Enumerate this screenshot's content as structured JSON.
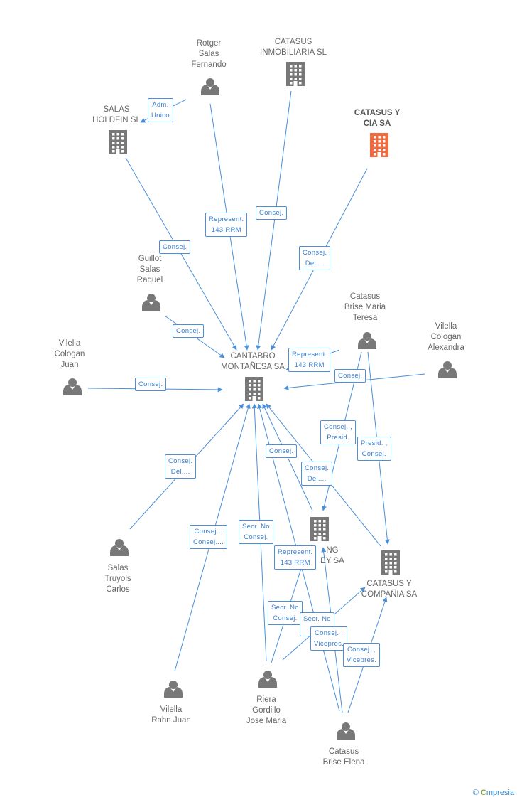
{
  "colors": {
    "edge": "#4a8fd8",
    "node": "#787878",
    "highlight": "#f26a3d"
  },
  "nodes": [
    {
      "id": "rotger",
      "type": "person",
      "label": "Rotger\nSalas\nFernando"
    },
    {
      "id": "catasus_inmob",
      "type": "company",
      "label": "CATASUS\nINMOBILIARIA SL"
    },
    {
      "id": "salas_holdfin",
      "type": "company",
      "label": "SALAS\nHOLDFIN SL"
    },
    {
      "id": "catasus_cia",
      "type": "company",
      "label": "CATASUS Y\nCIA SA",
      "highlight": true
    },
    {
      "id": "guillot",
      "type": "person",
      "label": "Guillot\nSalas\nRaquel"
    },
    {
      "id": "catasus_teresa",
      "type": "person",
      "label": "Catasus\nBrise Maria\nTeresa"
    },
    {
      "id": "vilella_alexandra",
      "type": "person",
      "label": "Vilella\nCologan\nAlexandra"
    },
    {
      "id": "vilella_juan",
      "type": "person",
      "label": "Vilella\nCologan\nJuan"
    },
    {
      "id": "cantabro",
      "type": "company",
      "label": "CANTABRO\nMONTAÑESA SA"
    },
    {
      "id": "holding",
      "type": "company",
      "label": "NG\nEY SA"
    },
    {
      "id": "catasus_compania",
      "type": "company",
      "label": "CATASUS Y\nCOMPAÑIA SA"
    },
    {
      "id": "salas_truyols",
      "type": "person",
      "label": "Salas\nTruyols\nCarlos"
    },
    {
      "id": "vilella_rahn",
      "type": "person",
      "label": "Vilella\nRahn Juan"
    },
    {
      "id": "riera",
      "type": "person",
      "label": "Riera\nGordillo\nJose Maria"
    },
    {
      "id": "catasus_elena",
      "type": "person",
      "label": "Catasus\nBrise Elena"
    }
  ],
  "edges": [
    {
      "from": "rotger",
      "to": "salas_holdfin",
      "label": "Adm.\nUnico"
    },
    {
      "from": "rotger",
      "to": "cantabro",
      "label": "Represent.\n143 RRM"
    },
    {
      "from": "catasus_inmob",
      "to": "cantabro",
      "label": "Consej."
    },
    {
      "from": "catasus_cia",
      "to": "cantabro",
      "label": "Consej.\nDel...."
    },
    {
      "from": "salas_holdfin",
      "to": "cantabro",
      "label": "Consej."
    },
    {
      "from": "guillot",
      "to": "cantabro",
      "label": "Consej."
    },
    {
      "from": "catasus_teresa",
      "to": "cantabro",
      "label": "Represent.\n143 RRM"
    },
    {
      "from": "vilella_alexandra",
      "to": "cantabro",
      "label": "Consej."
    },
    {
      "from": "vilella_juan",
      "to": "cantabro",
      "label": "Consej."
    },
    {
      "from": "catasus_teresa",
      "to": "holding",
      "label": "Consej. ,\nPresid."
    },
    {
      "from": "catasus_teresa",
      "to": "catasus_compania",
      "label": "Presid. ,\nConsej."
    },
    {
      "from": "holding",
      "to": "cantabro",
      "label": "Consej."
    },
    {
      "from": "catasus_compania",
      "to": "cantabro",
      "label": "Consej.\nDel...."
    },
    {
      "from": "salas_truyols",
      "to": "cantabro",
      "label": "Consej.\nDel...."
    },
    {
      "from": "vilella_rahn",
      "to": "cantabro",
      "label": "Consej. ,\nConsej...."
    },
    {
      "from": "riera",
      "to": "cantabro",
      "label": "Secr. No\nConsej."
    },
    {
      "from": "catasus_elena",
      "to": "cantabro",
      "label": "Represent.\n143 RRM"
    },
    {
      "from": "riera",
      "to": "holding",
      "label": "Secr. No\nConsej."
    },
    {
      "from": "riera",
      "to": "catasus_compania",
      "label": "Secr. No\nC..."
    },
    {
      "from": "catasus_elena",
      "to": "holding",
      "label": "Consej. ,\nVicepres."
    },
    {
      "from": "catasus_elena",
      "to": "catasus_compania",
      "label": "Consej. ,\nVicepres."
    }
  ],
  "brand": {
    "symbol": "©",
    "initial": "C",
    "name": "mpresia"
  }
}
